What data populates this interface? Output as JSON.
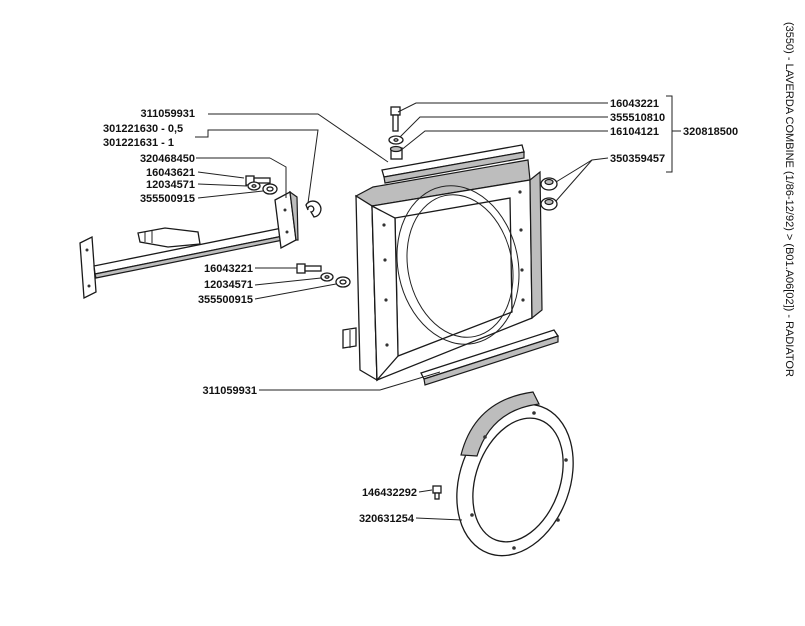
{
  "title": "(3550) - LAVERDA COMBINE (1/86-12/92) > (B01.A06[02]) - RADIATOR",
  "part_labels": [
    "311059931",
    "301221630 - 0,5",
    "301221631 - 1",
    "320468450",
    "16043621",
    "12034571",
    "355500915",
    "16043221",
    "12034571",
    "355500915",
    "311059931",
    "16043221",
    "355510810",
    "16104121",
    "320818500",
    "350359457",
    "146432292",
    "320631254"
  ]
}
